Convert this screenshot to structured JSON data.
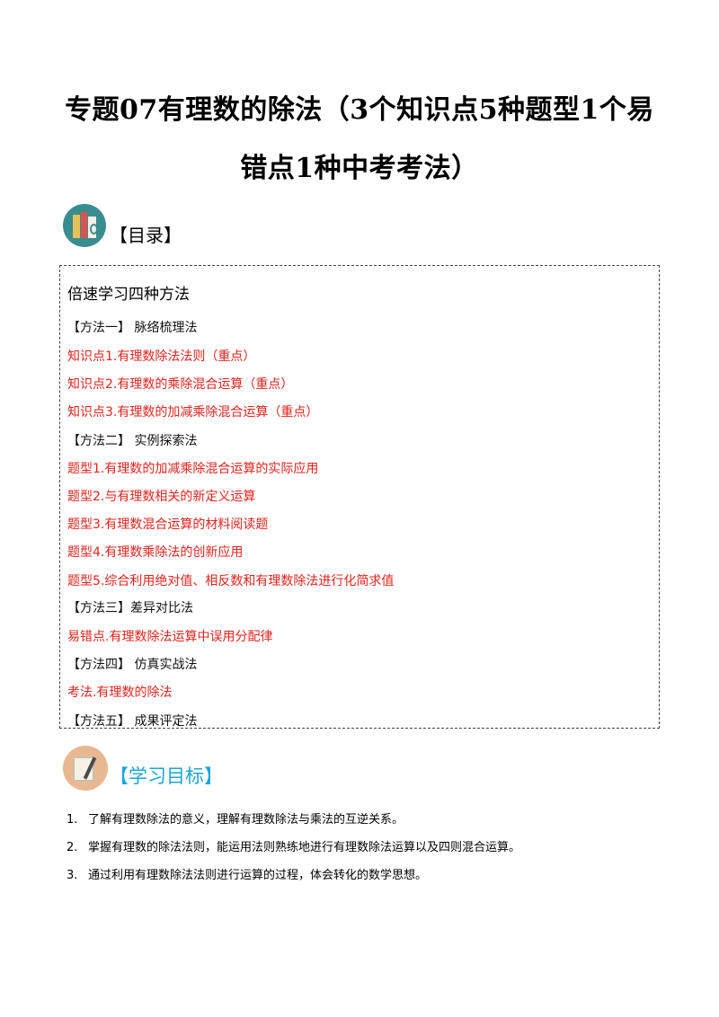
{
  "title": {
    "line1": "专题07有理数的除法（3个知识点5种题型1个易",
    "line2": "错点1种中考考法）"
  },
  "toc": {
    "label": "【目录】",
    "heading": "倍速学习四种方法",
    "items": [
      {
        "text": "【方法一】 脉络梳理法",
        "color": "#111111"
      },
      {
        "text": "知识点1.有理数除法法则（重点）",
        "color": "#e8231d"
      },
      {
        "text": "知识点2.有理数的乘除混合运算（重点）",
        "color": "#e8231d"
      },
      {
        "text": "知识点3.有理数的加减乘除混合运算（重点）",
        "color": "#e8231d"
      },
      {
        "text": "【方法二】 实例探索法",
        "color": "#111111"
      },
      {
        "text": "题型1.有理数的加减乘除混合运算的实际应用",
        "color": "#e8231d"
      },
      {
        "text": "题型2.与有理数相关的新定义运算",
        "color": "#e8231d"
      },
      {
        "text": "题型3.有理数混合运算的材料阅读题",
        "color": "#e8231d"
      },
      {
        "text": "题型4.有理数乘除法的创新应用",
        "color": "#e8231d"
      },
      {
        "text": "题型5.综合利用绝对值、相反数和有理数除法进行化简求值",
        "color": "#e8231d"
      },
      {
        "text": "【方法三】差异对比法",
        "color": "#111111"
      },
      {
        "text": "易错点.有理数除法运算中误用分配律",
        "color": "#e8231d"
      },
      {
        "text": "【方法四】 仿真实战法",
        "color": "#111111"
      },
      {
        "text": "考法.有理数的除法",
        "color": "#e8231d"
      },
      {
        "text": "【方法五】 成果评定法",
        "color": "#111111"
      }
    ]
  },
  "goals": {
    "label": "【学习目标】",
    "items": [
      {
        "num": "1.",
        "text": "了解有理数除法的意义，理解有理数除法与乘法的互逆关系。"
      },
      {
        "num": "2.",
        "text": "掌握有理数的除法法则，能运用法则熟练地进行有理数除法运算以及四则混合运算。"
      },
      {
        "num": "3.",
        "text": "通过利用有理数除法法则进行运算的过程，体会转化的数学思想。"
      }
    ]
  },
  "icons": {
    "toc_icon": "books-icon",
    "goals_icon": "pencil-paper-icon"
  }
}
